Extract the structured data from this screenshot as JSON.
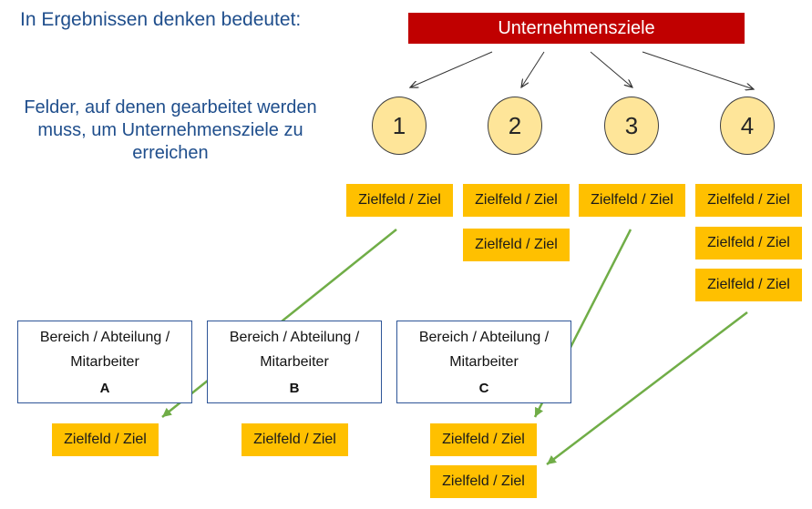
{
  "heading": "In Ergebnissen denken bedeutet:",
  "subheading": "Felder, auf denen gearbeitet werden muss, um Unternehmensziele zu erreichen",
  "goal_box": "Unternehmensziele",
  "fields": [
    "1",
    "2",
    "3",
    "4"
  ],
  "goal_tags": {
    "f1": [
      "Zielfeld / Ziel"
    ],
    "f2": [
      "Zielfeld / Ziel",
      "Zielfeld / Ziel"
    ],
    "f3": [
      "Zielfeld / Ziel"
    ],
    "f4": [
      "Zielfeld / Ziel",
      "Zielfeld / Ziel",
      "Zielfeld / Ziel"
    ]
  },
  "units": [
    {
      "line1": "Bereich / Abteilung /",
      "line2": "Mitarbeiter",
      "id": "A"
    },
    {
      "line1": "Bereich / Abteilung /",
      "line2": "Mitarbeiter",
      "id": "B"
    },
    {
      "line1": "Bereich / Abteilung /",
      "line2": "Mitarbeiter",
      "id": "C"
    }
  ],
  "unit_tags": {
    "a": [
      "Zielfeld / Ziel"
    ],
    "b": [
      "Zielfeld / Ziel"
    ],
    "c": [
      "Zielfeld / Ziel",
      "Zielfeld / Ziel"
    ]
  },
  "colors": {
    "heading_text": "#1f4e8c",
    "goal_bar": "#c00000",
    "field_circle": "#fee599",
    "goal_tag": "#ffc000",
    "unit_border": "#2e5597",
    "cascade_arrow": "#70ad47"
  }
}
